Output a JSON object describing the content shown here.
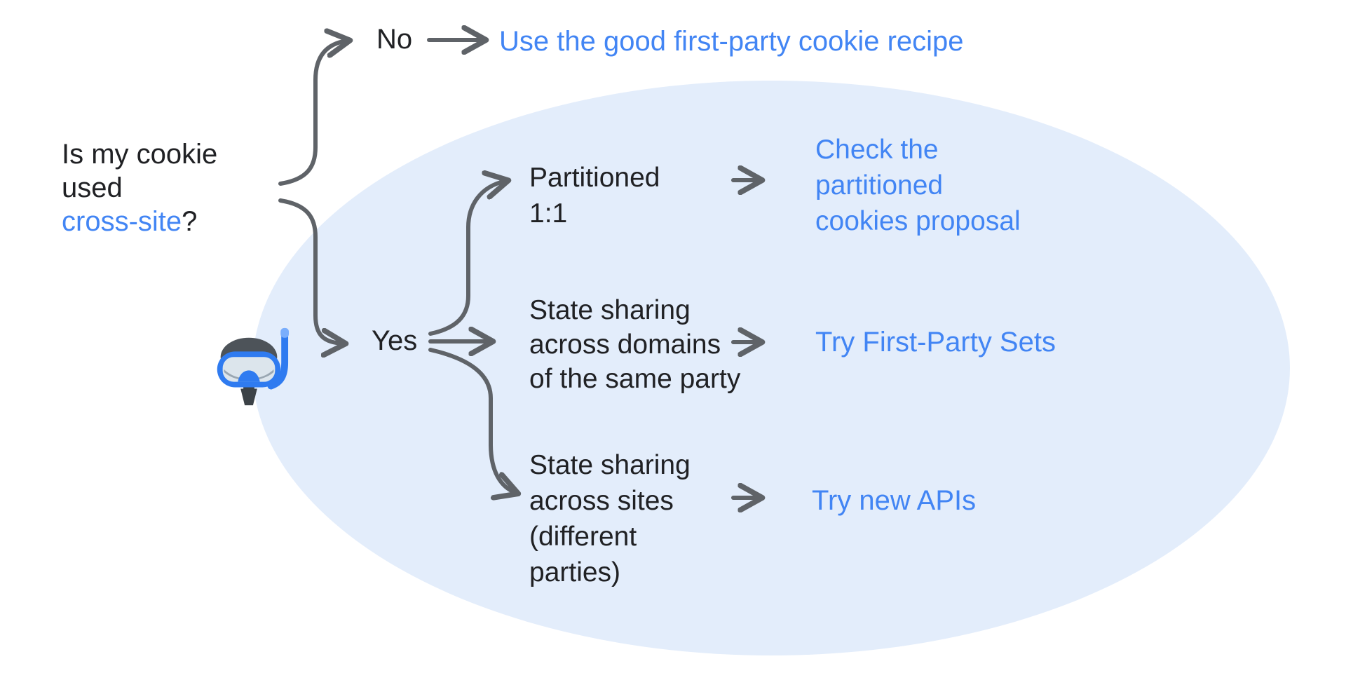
{
  "palette": {
    "background": "#FFFFFF",
    "text": "#202124",
    "link_blue": "#4285F4",
    "arrow_gray": "#5F6368",
    "highlight_ellipse": "#E3EDFB"
  },
  "question": {
    "text_before": "Is my cookie\nused\n",
    "highlight": "cross-site",
    "suffix": "?"
  },
  "no_branch": {
    "label": "No",
    "result": "Use the good first-party cookie recipe"
  },
  "yes_branch": {
    "label": "Yes",
    "icon": "diving-mask-emoji",
    "cases": [
      {
        "condition": "Partitioned\n1:1",
        "result": "Check the\npartitioned\ncookies proposal"
      },
      {
        "condition": "State sharing\nacross domains\nof the same party",
        "result": "Try First-Party Sets"
      },
      {
        "condition": "State sharing\nacross sites\n(different\nparties)",
        "result": "Try new APIs"
      }
    ]
  }
}
